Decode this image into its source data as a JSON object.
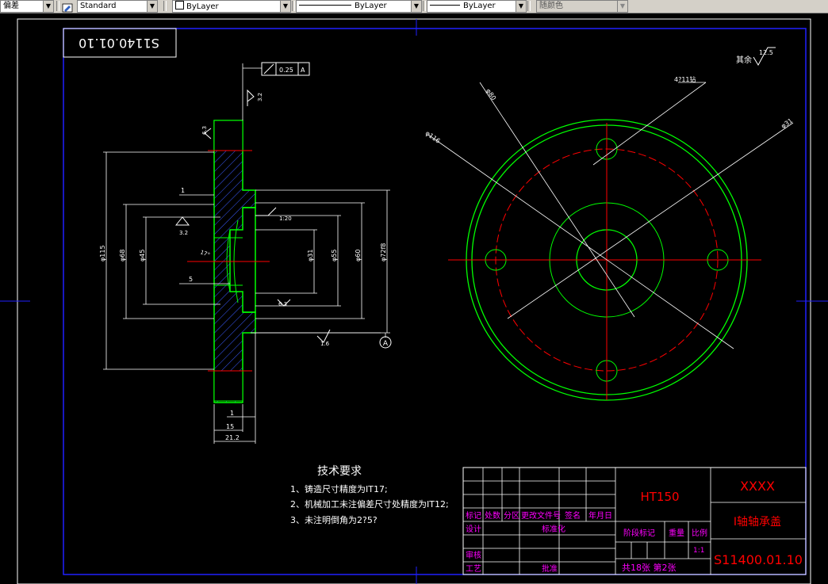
{
  "toolbar": {
    "tolerance_label": "偏差",
    "text_style": "Standard",
    "layer": "ByLayer",
    "linetype": "ByLayer",
    "lineweight": "ByLayer",
    "plot_color": "随颜色"
  },
  "drawing": {
    "title_flag": "S1140.01.10",
    "roughness_note": "其余",
    "roughness_values": {
      "rest": "12.5",
      "top": "3.2",
      "left_face": "6.3",
      "bore": "3.2",
      "inner": "6.3",
      "bottom": "1.6"
    },
    "tolerance_frame": {
      "value": "0.25",
      "datum": "A"
    },
    "datum_label": "A",
    "section_dims": {
      "d115": "φ115",
      "d68": "φ68",
      "d45": "φ45",
      "d31": "φ31",
      "d55": "φ55",
      "d60": "φ60",
      "d72": "φ72f8",
      "d1": "1",
      "d5": "5",
      "d1b": "1",
      "d15": "15",
      "d21": "21.2",
      "angle": "17°",
      "taper": "1:20"
    },
    "front_dims": {
      "d80": "φ80",
      "d116": "φ116",
      "holes": "4?11钻",
      "d31": "φ31"
    },
    "tech_req": {
      "title": "技术要求",
      "items": [
        "1、铸造尺寸精度为IT17;",
        "2、机械加工未注偏差尺寸处精度为IT12;",
        "3、未注明倒角为2?5?"
      ]
    },
    "title_block": {
      "material": "HT150",
      "company": "XXXX",
      "part_name": "I轴轴承盖",
      "drawing_no": "S11400.01.10",
      "headers": [
        "标记",
        "处数",
        "分区",
        "更改文件号",
        "签名",
        "年月日"
      ],
      "design": "设计",
      "standard": "标准化",
      "review": "审核",
      "process": "工艺",
      "approve": "批准",
      "stage": "阶段标记",
      "weight": "重量",
      "scale": "比例",
      "scale_val": "1:1",
      "sheets": "共18张 第2张"
    }
  },
  "colors": {
    "line": "#ffffff",
    "red": "#ff0000",
    "green": "#00ff00",
    "blue": "#2020ff",
    "magenta": "#ff00ff",
    "hatch": "#3a5bff"
  }
}
